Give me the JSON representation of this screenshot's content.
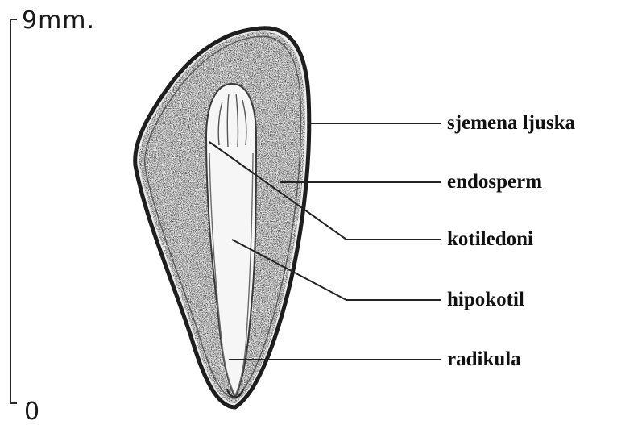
{
  "scale": {
    "max_label": "9mm.",
    "min_label": "0"
  },
  "labels": [
    {
      "id": "seed-coat",
      "text": "sjemena ljuska"
    },
    {
      "id": "endosperm",
      "text": "endosperm"
    },
    {
      "id": "cotyledons",
      "text": "kotiledoni"
    },
    {
      "id": "hypocotyl",
      "text": "hipokotil"
    },
    {
      "id": "radicle",
      "text": "radikula"
    }
  ]
}
